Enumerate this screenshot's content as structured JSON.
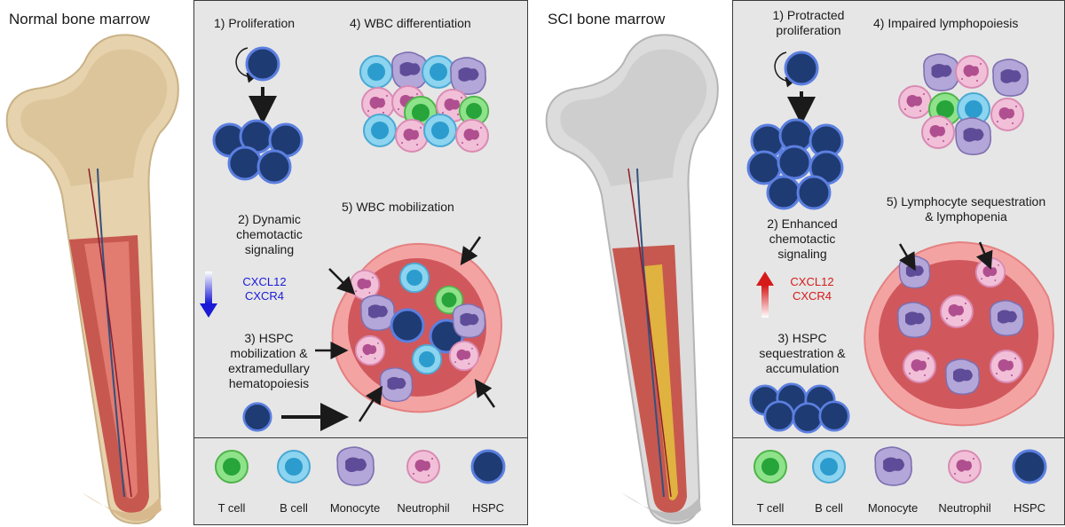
{
  "left": {
    "title": "Normal bone marrow",
    "steps": {
      "s1": "1) Proliferation",
      "s2": [
        "2) Dynamic",
        "chemotactic",
        "signaling"
      ],
      "s3": [
        "3) HSPC",
        "mobilization &",
        "extramedullary",
        "hematopoiesis"
      ],
      "s4": "4) WBC differentiation",
      "s5": "5) WBC mobilization"
    },
    "molecules": [
      "CXCL12",
      "CXCR4"
    ],
    "molecule_color": "#1a1ad6",
    "legend": [
      "T cell",
      "B cell",
      "Monocyte",
      "Neutrophil",
      "HSPC"
    ]
  },
  "right": {
    "title": "SCI bone marrow",
    "steps": {
      "s1": [
        "1) Protracted",
        "proliferation"
      ],
      "s2": [
        "2) Enhanced",
        "chemotactic",
        "signaling"
      ],
      "s3": [
        "3) HSPC",
        "sequestration &",
        "accumulation"
      ],
      "s4": "4) Impaired lymphopoiesis",
      "s5": [
        "5) Lymphocyte sequestration",
        "& lymphopenia"
      ]
    },
    "molecules": [
      "CXCL12",
      "CXCR4"
    ],
    "molecule_color": "#d61a1a",
    "legend": [
      "T cell",
      "B cell",
      "Monocyte",
      "Neutrophil",
      "HSPC"
    ]
  },
  "colors": {
    "t_cell": "#6fd36b",
    "b_cell": "#6cc4e6",
    "monocyte": "#9b8cc4",
    "neutrophil": "#e9a9c9",
    "hspc": "#1f3b73",
    "vessel": "#e8828a",
    "bone_normal": "#e9d6b4",
    "bone_sci": "#dddddd"
  }
}
